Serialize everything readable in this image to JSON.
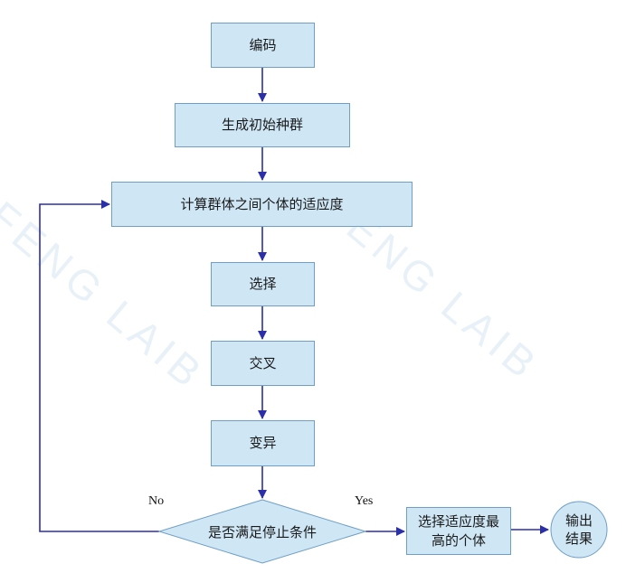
{
  "watermark": {
    "text": "FENG LAIB"
  },
  "colors": {
    "box_fill": "#cfe6f5",
    "box_border": "#6f9fc6",
    "connector": "#2b2fa8"
  },
  "nodes": {
    "encode": "编码",
    "init_population": "生成初始种群",
    "fitness": "计算群体之间个体的适应度",
    "selection": "选择",
    "crossover": "交叉",
    "mutation": "变异",
    "stop_condition": "是否满足停止条件",
    "select_best": "选择适应度最高的个体",
    "output": "输出结果"
  },
  "edge_labels": {
    "no": "No",
    "yes": "Yes"
  }
}
